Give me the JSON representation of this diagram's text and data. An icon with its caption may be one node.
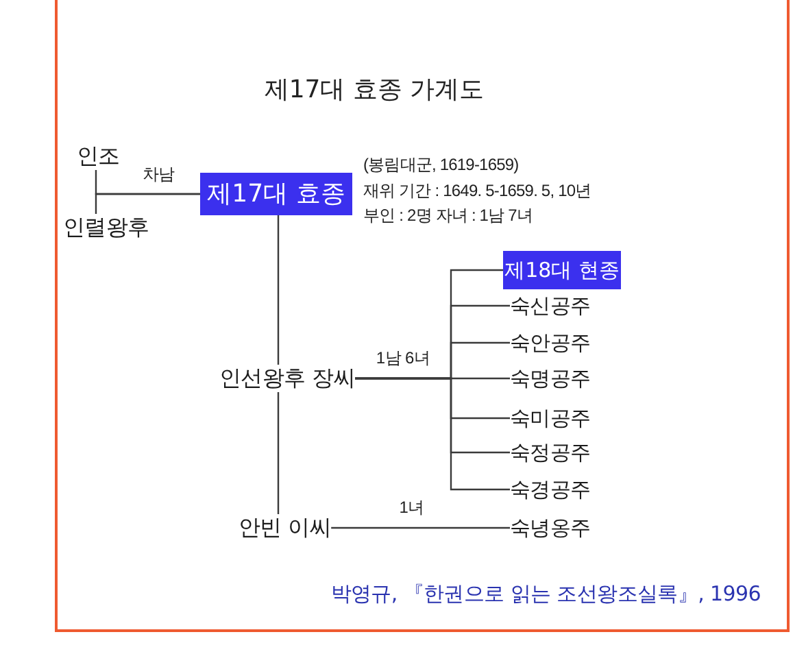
{
  "diagram": {
    "title": "제17대 효종 가계도",
    "caption": "박영규, 『한권으로 읽는 조선왕조실록』, 1996",
    "nodes": [
      {
        "text": [
          "인조"
        ]
      },
      {
        "text": [
          "인렬왕후"
        ]
      },
      {
        "text": [
          "제17대 효종"
        ],
        "beside": [
          "(봉림대군, 1619-1659)",
          "재위 기간 : 1649. 5-1659. 5, 10년",
          "부인 : 2명 자녀 : 1남 7녀"
        ]
      },
      {
        "text": [
          "인선왕후 장씨"
        ]
      },
      {
        "text": [
          "안빈 이씨"
        ]
      },
      {
        "text": [
          "제18대 현종"
        ]
      },
      {
        "text": [
          "숙신공주"
        ]
      },
      {
        "text": [
          "숙안공주"
        ]
      },
      {
        "text": [
          "숙명공주"
        ]
      },
      {
        "text": [
          "숙미공주"
        ]
      },
      {
        "text": [
          "숙정공주"
        ]
      },
      {
        "text": [
          "숙경공주"
        ]
      },
      {
        "text": [
          "숙녕옹주"
        ]
      }
    ],
    "edges": [
      {
        "from": 0,
        "to": 2,
        "arrow": "none",
        "label": "차남"
      },
      {
        "from": 1,
        "to": 2,
        "arrow": "none"
      },
      {
        "from": 2,
        "to": 3,
        "arrow": "none"
      },
      {
        "from": 3,
        "to": 4,
        "arrow": "none"
      },
      {
        "from": 3,
        "to": 5,
        "arrow": "none",
        "label": "1남 6녀"
      },
      {
        "from": 3,
        "to": 6,
        "arrow": "none"
      },
      {
        "from": 3,
        "to": 7,
        "arrow": "none"
      },
      {
        "from": 3,
        "to": 8,
        "arrow": "none"
      },
      {
        "from": 3,
        "to": 9,
        "arrow": "none"
      },
      {
        "from": 3,
        "to": 10,
        "arrow": "none"
      },
      {
        "from": 3,
        "to": 11,
        "arrow": "none"
      },
      {
        "from": 4,
        "to": 12,
        "arrow": "none",
        "label": "1녀"
      }
    ]
  }
}
